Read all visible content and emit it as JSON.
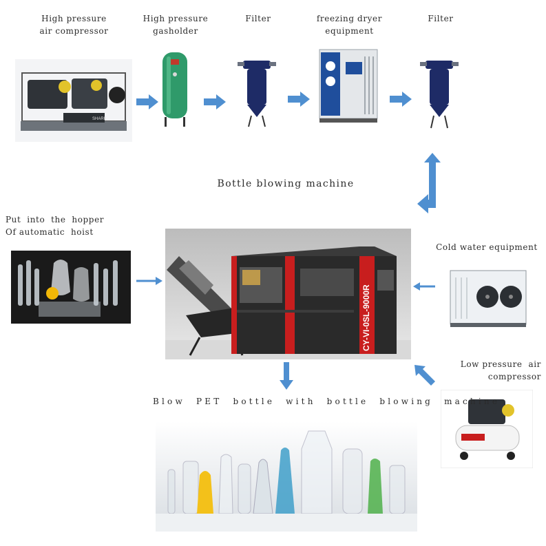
{
  "labels": {
    "hp_compressor": "High pressure\nair compressor",
    "hp_gasholder": "High pressure\ngasholder",
    "filter_1": "Filter",
    "dryer": "freezing dryer\nequipment",
    "filter_2": "Filter",
    "machine_title": "Bottle blowing machine",
    "hopper": "Put  into  the  hopper\nOf automatic  hoist",
    "cold_water": "Cold water equipment",
    "lp_compressor": "Low pressure  air\ncompressor",
    "blow_caption": "Blow  PET  bottle  with  bottle  blowing  machine"
  },
  "machine": {
    "model": "CY-VI-0SL-9000R"
  },
  "colors": {
    "arrow": "#4f8fd0",
    "machine_body": "#2a2a2a",
    "machine_accent": "#c81e1e",
    "gasholder": "#2f9a6a",
    "filter": "#1e2b66",
    "dryer_panel": "#1f4e9c"
  },
  "icons": {
    "flow_arrow": "arrow-right-icon",
    "loop_arrow": "elbow-arrow-icon"
  }
}
